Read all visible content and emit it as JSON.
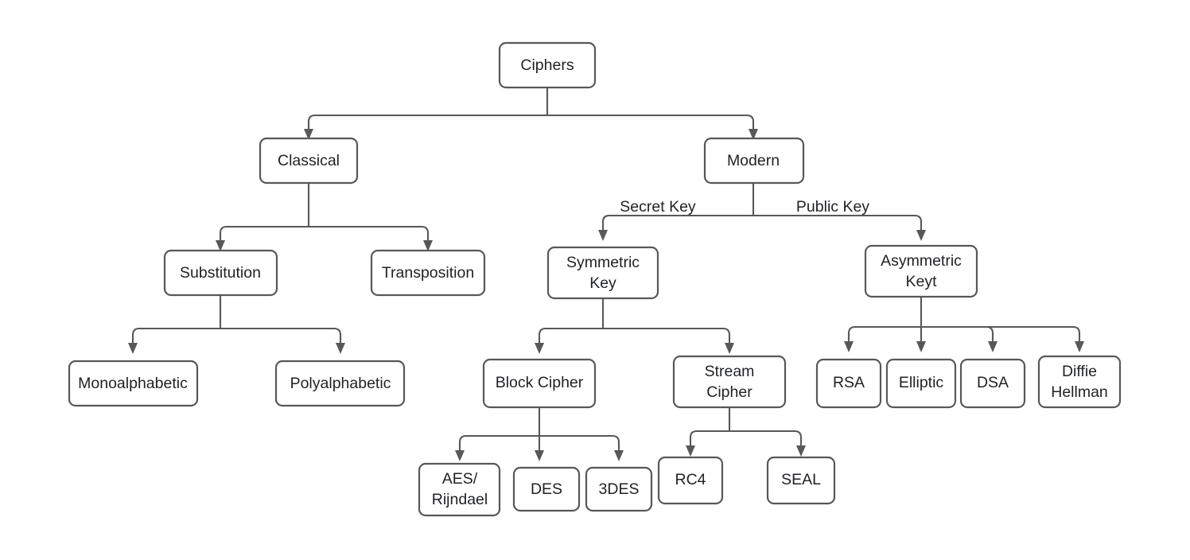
{
  "diagram": {
    "title": "Ciphers taxonomy tree",
    "background_color": "#ffffff",
    "node_fill": "#ffffff",
    "node_stroke": "#56585a",
    "text_color": "#1f2124",
    "edge_color": "#56585a",
    "nodes": {
      "ciphers": {
        "label": "Ciphers"
      },
      "classical": {
        "label": "Classical"
      },
      "modern": {
        "label": "Modern"
      },
      "substitution": {
        "label": "Substitution"
      },
      "transposition": {
        "label": "Transposition"
      },
      "symmetric": {
        "label_line1": "Symmetric",
        "label_line2": "Key"
      },
      "asymmetric": {
        "label_line1": "Asymmetric",
        "label_line2": "Keyt"
      },
      "monoalphabetic": {
        "label": "Monoalphabetic"
      },
      "polyalphabetic": {
        "label": "Polyalphabetic"
      },
      "block_cipher": {
        "label": "Block Cipher"
      },
      "stream_cipher": {
        "label_line1": "Stream",
        "label_line2": "Cipher"
      },
      "rsa": {
        "label": "RSA"
      },
      "elliptic": {
        "label": "Elliptic"
      },
      "dsa": {
        "label": "DSA"
      },
      "diffie": {
        "label_line1": "Diffie",
        "label_line2": "Hellman"
      },
      "aes": {
        "label_line1": "AES/",
        "label_line2": "Rijndael"
      },
      "des": {
        "label": "DES"
      },
      "tdes": {
        "label": "3DES"
      },
      "rc4": {
        "label": "RC4"
      },
      "seal": {
        "label": "SEAL"
      }
    },
    "edge_labels": {
      "secret_key": "Secret Key",
      "public_key": "Public Key"
    }
  }
}
